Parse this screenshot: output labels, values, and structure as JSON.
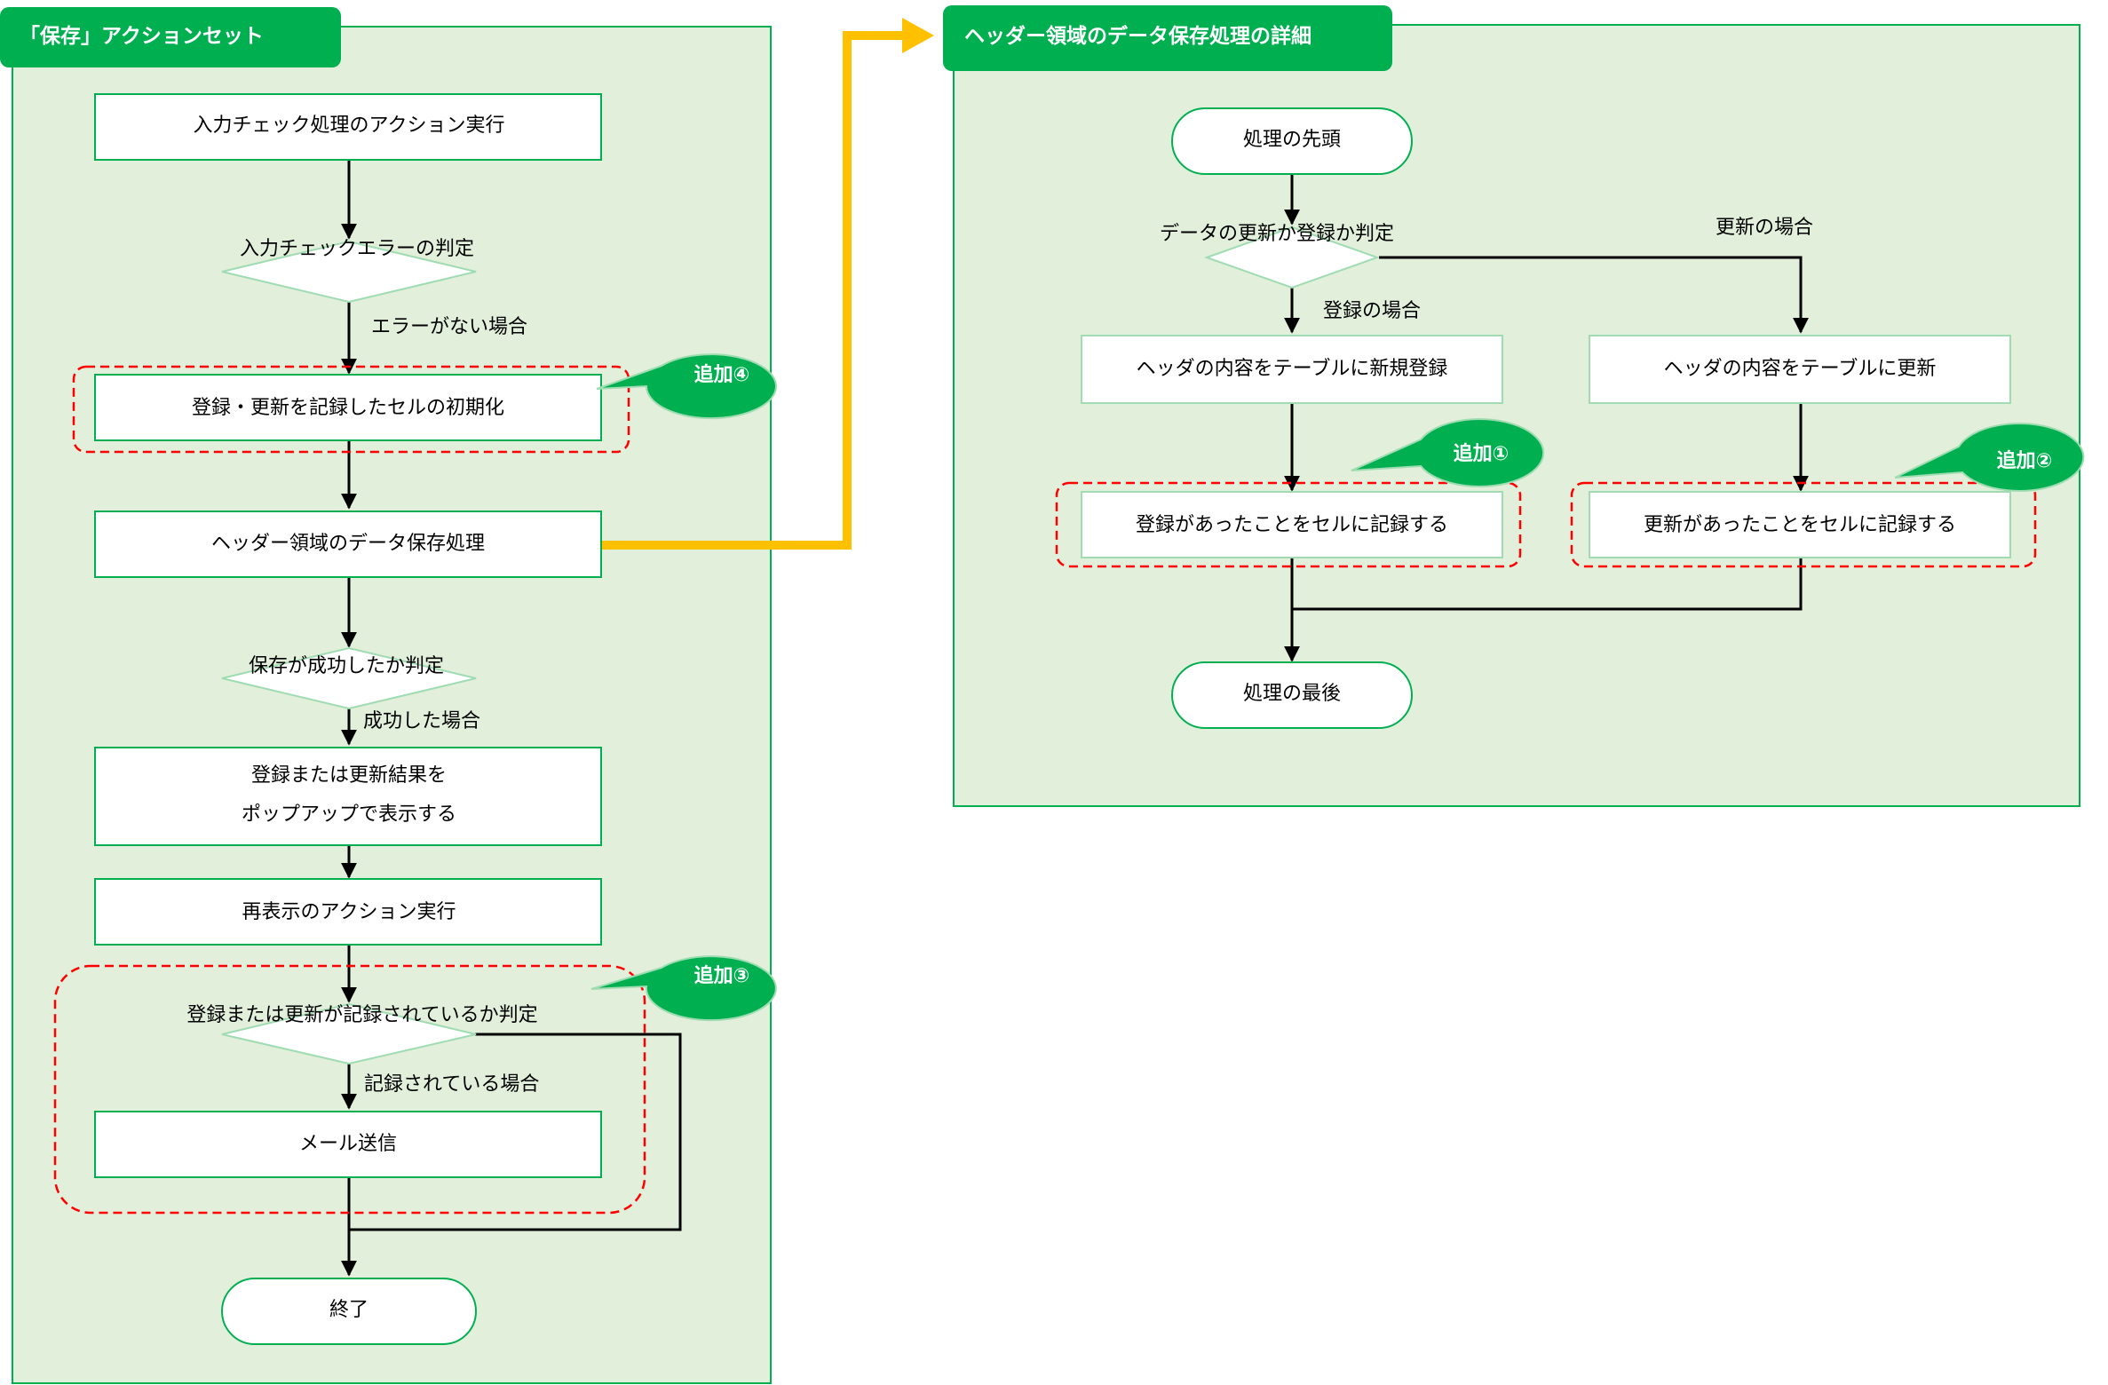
{
  "colors": {
    "panel_fill": "#e2efda",
    "panel_border": "#00b050",
    "header_fill": "#00b050",
    "node_border": "#00b050",
    "arrow": "#000000",
    "link_arrow": "#ffc000",
    "dashed": "#ff0000",
    "bubble_fill": "#00b050"
  },
  "left_panel": {
    "title": "「保存」アクションセット",
    "steps": {
      "input_check": "入力チェック処理のアクション実行",
      "error_decision": "入力チェックエラーの判定",
      "no_error": "エラーがない場合",
      "init_cell": "登録・更新を記録したセルの初期化",
      "header_save": "ヘッダー領域のデータ保存処理",
      "save_decision": "保存が成功したか判定",
      "success": "成功した場合",
      "popup_line1": "登録または更新結果を",
      "popup_line2": "ポップアップで表示する",
      "redisplay": "再表示のアクション実行",
      "recorded_decision": "登録または更新が記録されているか判定",
      "recorded_case": "記録されている場合",
      "send_mail": "メール送信",
      "end": "終了"
    },
    "callouts": {
      "add4": "追加④",
      "add3": "追加③"
    }
  },
  "right_panel": {
    "title": "ヘッダー領域のデータ保存処理の詳細",
    "steps": {
      "start": "処理の先頭",
      "decision": "データの更新か登録か判定",
      "register_case": "登録の場合",
      "update_case": "更新の場合",
      "insert": "ヘッダの内容をテーブルに新規登録",
      "update": "ヘッダの内容をテーブルに更新",
      "record_register": "登録があったことをセルに記録する",
      "record_update": "更新があったことをセルに記録する",
      "end": "処理の最後"
    },
    "callouts": {
      "add1": "追加①",
      "add2": "追加②"
    }
  }
}
